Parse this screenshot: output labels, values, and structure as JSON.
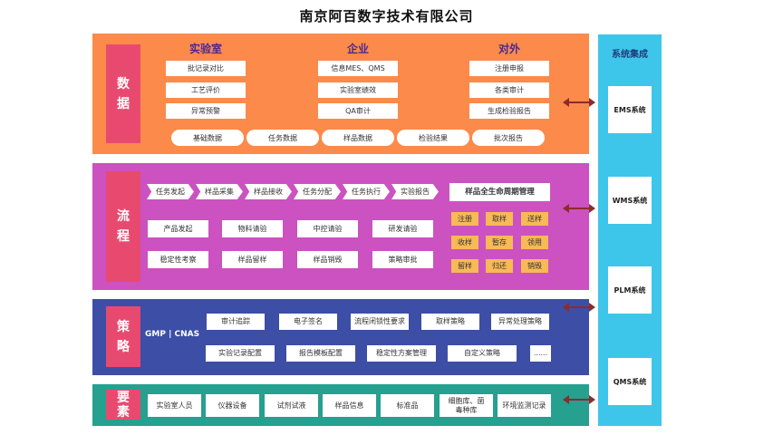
{
  "title": "南京阿百数字技术有限公司",
  "data_band": {
    "label": [
      "数",
      "据"
    ],
    "col_lab": {
      "head": "实验室",
      "items": [
        "批记录对比",
        "工艺评价",
        "异常预警"
      ]
    },
    "col_ent": {
      "head": "企业",
      "items": [
        "信息MES、QMS",
        "实验室绩效",
        "QA审计"
      ]
    },
    "col_ext": {
      "head": "对外",
      "items": [
        "注册申报",
        "各类审计",
        "生成检验报告"
      ]
    },
    "pills": [
      "基础数据",
      "任务数据",
      "样品数据",
      "检验结果",
      "批次报告"
    ]
  },
  "flow_band": {
    "label": [
      "流",
      "程"
    ],
    "steps": [
      "任务发起",
      "样品采集",
      "样品接收",
      "任务分配",
      "任务执行",
      "实验报告"
    ],
    "grid": [
      [
        "产品发起",
        "物料请验",
        "中控请验",
        "研发请验"
      ],
      [
        "稳定性考察",
        "样品留样",
        "样品销毁",
        "策略审批"
      ]
    ],
    "lifecycle": {
      "title": "样品全生命周期管理",
      "cells": [
        [
          "注册",
          "取样",
          "送样"
        ],
        [
          "收样",
          "暂存",
          "领用"
        ],
        [
          "留样",
          "归还",
          "销毁"
        ]
      ]
    }
  },
  "strategy_band": {
    "label": [
      "策",
      "略"
    ],
    "gmp": "GMP | CNAS",
    "row1": [
      "审计追踪",
      "电子签名",
      "流程闭锁性要求",
      "取样策略",
      "异常处理策略"
    ],
    "row2": [
      "实验记录配置",
      "报告模板配置",
      "稳定性方案管理",
      "自定义策略",
      "......"
    ]
  },
  "elements_band": {
    "label": [
      "要",
      "素"
    ],
    "items": [
      "实验室人员",
      "仪器设备",
      "试剂试液",
      "样品信息",
      "标准品",
      "细胞库、菌毒种库",
      "环境监测记录"
    ]
  },
  "systems": {
    "title": "系统集成",
    "items": [
      "EMS系统",
      "WMS系统",
      "PLM系统",
      "QMS系统"
    ]
  },
  "colors": {
    "data": "#fb8a4b",
    "flow": "#cb52c0",
    "strategy": "#3d4ea6",
    "elements": "#26a08f",
    "label": "#e84a6f",
    "systems": "#3ec6ea",
    "arrow": "#8b2c2c",
    "lifecycle_cell": "#f8b957"
  }
}
